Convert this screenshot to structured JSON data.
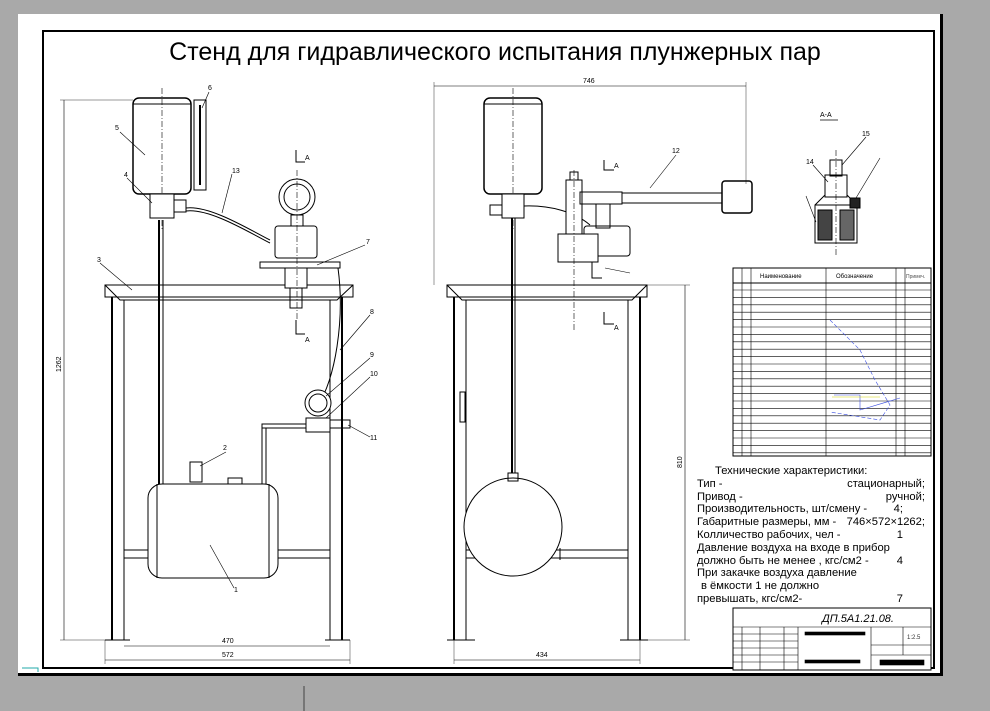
{
  "title": "Стенд для гидравлического испытания плунжерных пар",
  "spec_table": {
    "col_name": "Наименование",
    "col_designation": "Обозначение",
    "col_note": "Примеч."
  },
  "tech": {
    "header": "Технические характеристики:",
    "rows": [
      {
        "label": "Тип -",
        "value": "стационарный;"
      },
      {
        "label": "Привод -",
        "value": "ручной;"
      },
      {
        "label": "Производительность, шт/смену -",
        "value": "4;"
      },
      {
        "label": "Габаритные размеры, мм -",
        "value": "746×572×1262;"
      },
      {
        "label": "Колличество рабочих, чел -",
        "value": "1"
      },
      {
        "label": "Давление воздуха на входе в прибор",
        "value": ""
      },
      {
        "label": "должно быть не менее , кгс/см2 -",
        "value": "4"
      },
      {
        "label": "При закачке воздуха давление",
        "value": ""
      },
      {
        "label": "в ёмкости 1 не должно",
        "value": ""
      },
      {
        "label": "превышать, кгс/см2-",
        "value": "7"
      }
    ]
  },
  "stamp": "ДП.5А1.21.08.",
  "scale": "1:2.5",
  "dims": {
    "left_height": "1262",
    "left_width_inner": "470",
    "left_width_outer": "572",
    "right_width_top": "746",
    "right_height": "810",
    "right_width_bottom": "434"
  },
  "section_label": "А-А",
  "cut_mark": "А",
  "positions": {
    "p1": "1",
    "p2": "2",
    "p3": "3",
    "p4": "4",
    "p5": "5",
    "p6": "6",
    "p7": "7",
    "p8": "8",
    "p9": "9",
    "p10": "10",
    "p11": "11",
    "p12": "12",
    "p13": "13",
    "p14": "14",
    "p15": "15"
  },
  "colors": {
    "background": "#a9a9a9",
    "sheet": "#ffffff",
    "ink": "#000000",
    "annotation": "#3b4fe0"
  }
}
